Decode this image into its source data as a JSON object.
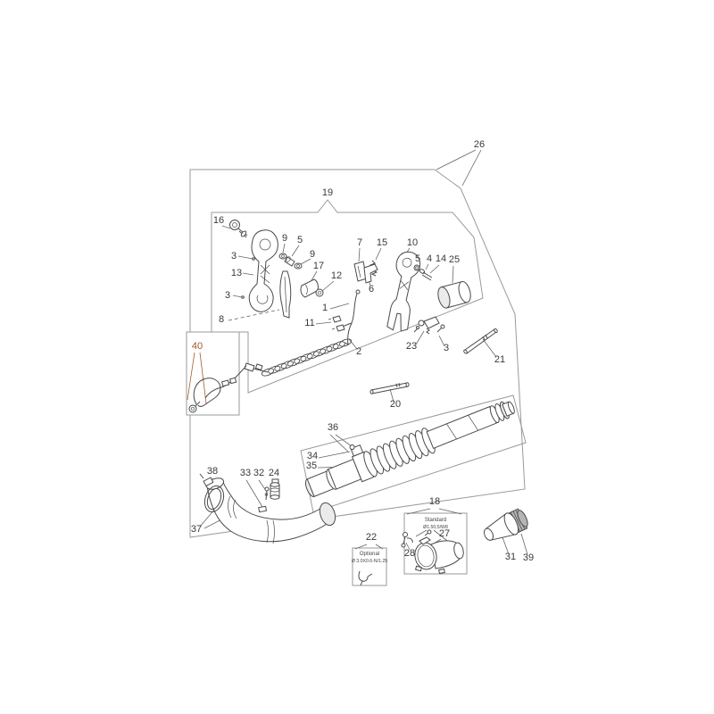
{
  "diagram": {
    "kind": "exploded-parts-diagram",
    "background": "#ffffff"
  },
  "colors": {
    "label": "#3a3a3a",
    "accent": "#a4582b",
    "line": "#4a4a4a",
    "outline": "#9a9a9a",
    "leader": "#666666",
    "background": "#ffffff"
  },
  "callouts": {
    "c26": "26",
    "c19": "19",
    "c16": "16",
    "c9a": "9",
    "c5a": "5",
    "c3a": "3",
    "c9b": "9",
    "c7": "7",
    "c15": "15",
    "c10": "10",
    "c5b": "5",
    "c4": "4",
    "c14": "14",
    "c25": "25",
    "c13": "13",
    "c17": "17",
    "c12": "12",
    "c3b": "3",
    "c6": "6",
    "c8": "8",
    "c11": "11",
    "c1": "1",
    "c2": "2",
    "c23": "23",
    "c3c": "3",
    "c40": "40",
    "c21": "21",
    "c20": "20",
    "c36": "36",
    "c34": "34",
    "c35": "35",
    "c38": "38",
    "c33": "33",
    "c32": "32",
    "c24": "24",
    "c37": "37",
    "c22": "22",
    "c18": "18",
    "c28": "28",
    "c27": "27",
    "c31": "31",
    "c39": "39"
  },
  "spec_boxes": {
    "standard": {
      "title": "Standard",
      "spec": "Ø1.50,5/W8"
    },
    "optional": {
      "title": "Optional",
      "spec": "Ø 3.0X0.6-N/1.25"
    }
  }
}
